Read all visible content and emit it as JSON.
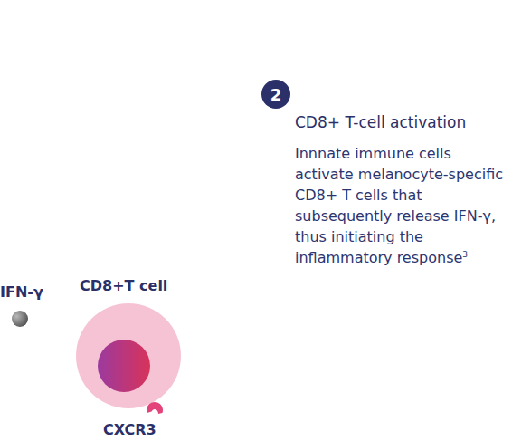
{
  "diagram": {
    "nodes": [
      {
        "text": [
          "CD8+T cell"
        ]
      }
    ],
    "labels": [
      "2",
      "CD8+ T-cell activation",
      "Innnate immune cells activate melanocyte-specific CD8+ T cells that subsequently release IFN-γ, thus initiating the inflammatory response",
      "3",
      "IFN-γ",
      "CXCR3"
    ]
  }
}
